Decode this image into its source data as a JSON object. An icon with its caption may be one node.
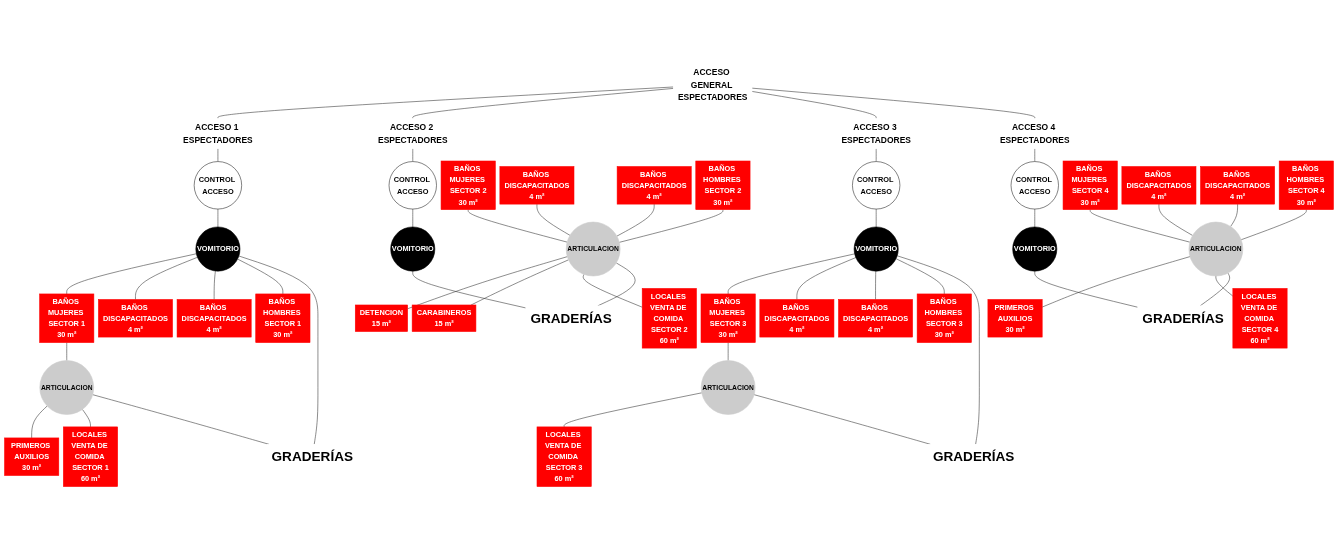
{
  "diagram": {
    "nodes": [
      {
        "text": [
          "ACCESO GENERAL ESPECTADORES"
        ]
      },
      {
        "text": [
          "ACCESO 1 ESPECTADORES"
        ]
      },
      {
        "text": [
          "ACCESO 2 ESPECTADORES"
        ]
      },
      {
        "text": [
          "ACCESO 3 ESPECTADORES"
        ]
      },
      {
        "text": [
          "ACCESO 4 ESPECTADORES"
        ]
      },
      {
        "text": [
          "CONTROL ACCESO"
        ]
      },
      {
        "text": [
          "PRIMEROS AUXILIOS",
          "30 m²"
        ]
      },
      {
        "text": [
          "BAÑOS MUJERES SECTOR 1",
          "30 m²"
        ]
      },
      {
        "text": [
          "BAÑOS DISCAPACITADOS",
          "4 m²"
        ]
      },
      {
        "text": [
          "BAÑOS DISCAPACITADOS",
          "4 m²"
        ]
      },
      {
        "text": [
          "BAÑOS HOMBRES SECTOR 1",
          "30 m²"
        ]
      },
      {
        "text": [
          "VOMITORIO"
        ]
      },
      {
        "text": [
          "LOCALES VENTA DE COMIDA SECTOR 1",
          "60 m²"
        ]
      },
      {
        "text": [
          "ARTICULACION"
        ]
      },
      {
        "text": [
          "GRADERÍAS"
        ]
      },
      {
        "text": [
          "CONTROL ACCESO"
        ]
      },
      {
        "text": [
          "VOMITORIO"
        ]
      },
      {
        "text": [
          "BAÑOS MUJERES SECTOR 2",
          "30 m²"
        ]
      },
      {
        "text": [
          "BAÑOS DISCAPACITADOS",
          "4 m²"
        ]
      },
      {
        "text": [
          "BAÑOS DISCAPACITADOS",
          "4 m²"
        ]
      },
      {
        "text": [
          "BAÑOS HOMBRES SECTOR 2",
          "30 m²"
        ]
      },
      {
        "text": [
          "DETENCION",
          "15 m²"
        ]
      },
      {
        "text": [
          "LOCALES VENTA DE COMIDA SECTOR 2",
          "60 m²"
        ]
      },
      {
        "text": [
          "CARABINEROS",
          "15 m²"
        ]
      },
      {
        "text": [
          "ARTICULACION"
        ]
      },
      {
        "text": [
          "GRADERÍAS"
        ]
      },
      {
        "text": [
          "CONTROL ACCESO"
        ]
      },
      {
        "text": [
          "BAÑOS MUJERES SECTOR 3",
          "30 m²"
        ]
      },
      {
        "text": [
          "BAÑOS DISCAPACITADOS",
          "4 m²"
        ]
      },
      {
        "text": [
          "BAÑOS DISCAPACITADOS",
          "4 m²"
        ]
      },
      {
        "text": [
          "BAÑOS HOMBRES SECTOR 3",
          "30 m²"
        ]
      },
      {
        "text": [
          "VOMITORIO"
        ]
      },
      {
        "text": [
          "LOCALES VENTA DE COMIDA SECTOR 3",
          "60 m²"
        ]
      },
      {
        "text": [
          "ARTICULACION"
        ]
      },
      {
        "text": [
          "GRADERÍAS"
        ]
      },
      {
        "text": [
          "CONTROL ACCESO"
        ]
      },
      {
        "text": [
          "VOMITORIO"
        ]
      },
      {
        "text": [
          "BAÑOS MUJERES SECTOR 4",
          "30 m²"
        ]
      },
      {
        "text": [
          "BAÑOS DISCAPACITADOS",
          "4 m²"
        ]
      },
      {
        "text": [
          "BAÑOS DISCAPACITADOS",
          "4 m²"
        ]
      },
      {
        "text": [
          "BAÑOS HOMBRES SECTOR 4",
          "30 m²"
        ]
      },
      {
        "text": [
          "PRIMEROS AUXILIOS",
          "30 m²"
        ]
      },
      {
        "text": [
          "LOCALES VENTA DE COMIDA SECTOR 4",
          "60 m²"
        ]
      },
      {
        "text": [
          "ARTICULACION"
        ]
      },
      {
        "text": [
          "GRADERÍAS"
        ]
      }
    ],
    "edges": [
      {
        "from": 0,
        "to": 1,
        "arrow": "none"
      },
      {
        "from": 0,
        "to": 2,
        "arrow": "none"
      },
      {
        "from": 0,
        "to": 3,
        "arrow": "none"
      },
      {
        "from": 0,
        "to": 4,
        "arrow": "none"
      },
      {
        "from": 1,
        "to": 5,
        "arrow": "none"
      },
      {
        "from": 5,
        "to": 11,
        "arrow": "none"
      },
      {
        "from": 11,
        "to": 7,
        "arrow": "none"
      },
      {
        "from": 11,
        "to": 8,
        "arrow": "none"
      },
      {
        "from": 11,
        "to": 9,
        "arrow": "none"
      },
      {
        "from": 11,
        "to": 10,
        "arrow": "none"
      },
      {
        "from": 13,
        "to": 6,
        "arrow": "none"
      },
      {
        "from": 7,
        "to": 13,
        "arrow": "none"
      },
      {
        "from": 13,
        "to": 12,
        "arrow": "none"
      },
      {
        "from": 13,
        "to": 14,
        "arrow": "none"
      },
      {
        "from": 11,
        "to": 14,
        "arrow": "none"
      },
      {
        "from": 2,
        "to": 15,
        "arrow": "none"
      },
      {
        "from": 15,
        "to": 16,
        "arrow": "none"
      },
      {
        "from": 16,
        "to": 25,
        "arrow": "none"
      },
      {
        "from": 17,
        "to": 24,
        "arrow": "none"
      },
      {
        "from": 18,
        "to": 24,
        "arrow": "none"
      },
      {
        "from": 19,
        "to": 24,
        "arrow": "none"
      },
      {
        "from": 20,
        "to": 24,
        "arrow": "none"
      },
      {
        "from": 24,
        "to": 21,
        "arrow": "none"
      },
      {
        "from": 24,
        "to": 23,
        "arrow": "none"
      },
      {
        "from": 24,
        "to": 22,
        "arrow": "none"
      },
      {
        "from": 24,
        "to": 25,
        "arrow": "none"
      },
      {
        "from": 3,
        "to": 26,
        "arrow": "none"
      },
      {
        "from": 26,
        "to": 31,
        "arrow": "none"
      },
      {
        "from": 31,
        "to": 27,
        "arrow": "none"
      },
      {
        "from": 31,
        "to": 28,
        "arrow": "none"
      },
      {
        "from": 31,
        "to": 29,
        "arrow": "none"
      },
      {
        "from": 31,
        "to": 30,
        "arrow": "none"
      },
      {
        "from": 27,
        "to": 33,
        "arrow": "none"
      },
      {
        "from": 33,
        "to": 32,
        "arrow": "none"
      },
      {
        "from": 33,
        "to": 34,
        "arrow": "none"
      },
      {
        "from": 31,
        "to": 34,
        "arrow": "none"
      },
      {
        "from": 4,
        "to": 35,
        "arrow": "none"
      },
      {
        "from": 35,
        "to": 36,
        "arrow": "none"
      },
      {
        "from": 36,
        "to": 44,
        "arrow": "none"
      },
      {
        "from": 37,
        "to": 43,
        "arrow": "none"
      },
      {
        "from": 38,
        "to": 43,
        "arrow": "none"
      },
      {
        "from": 39,
        "to": 43,
        "arrow": "none"
      },
      {
        "from": 40,
        "to": 43,
        "arrow": "none"
      },
      {
        "from": 43,
        "to": 41,
        "arrow": "none"
      },
      {
        "from": 43,
        "to": 42,
        "arrow": "none"
      },
      {
        "from": 43,
        "to": 44,
        "arrow": "none"
      }
    ]
  }
}
